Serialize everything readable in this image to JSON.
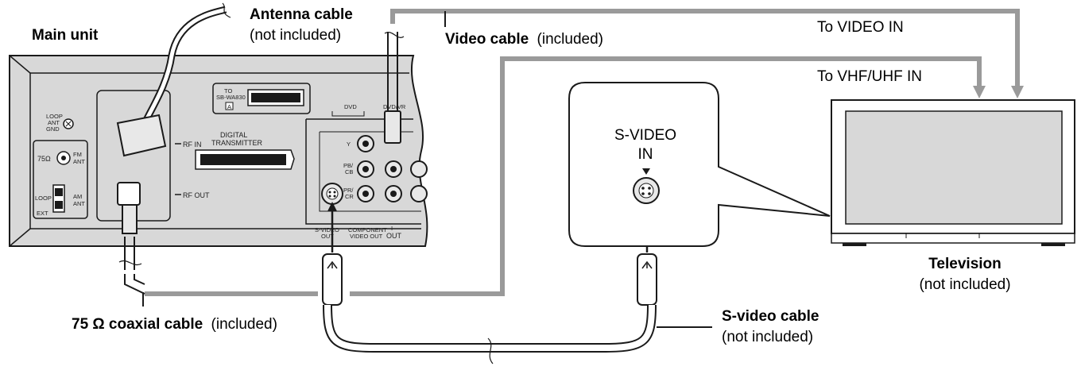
{
  "labels": {
    "main_unit": "Main unit",
    "antenna_cable": "Antenna cable",
    "antenna_note": "(not included)",
    "video_cable": "Video cable",
    "video_note": "(included)",
    "to_video_in": "To VIDEO IN",
    "to_vhf_uhf_in": "To VHF/UHF IN",
    "s_video_in_1": "S-VIDEO",
    "s_video_in_2": "IN",
    "television": "Television",
    "television_note": "(not included)",
    "coax_cable": "75 Ω coaxial cable",
    "coax_note": "(included)",
    "s_video_cable": "S-video cable",
    "s_video_note": "(not included)"
  },
  "panel": {
    "loop_ant_gnd_1": "LOOP",
    "loop_ant_gnd_2": "ANT",
    "loop_ant_gnd_3": "GND",
    "fm_ohm": "75Ω",
    "fm_1": "FM",
    "fm_2": "ANT",
    "am_1": "AM",
    "am_2": "ANT",
    "loop": "LOOP",
    "ext": "EXT",
    "rf_in": "RF IN",
    "rf_out": "RF OUT",
    "digital_1": "DIGITAL",
    "digital_2": "TRANSMITTER",
    "to_1": "TO",
    "to_2": "SB-WA830",
    "to_3": "A",
    "dvd": "DVD",
    "dvd_vr": "DVD/VR",
    "y": "Y",
    "pb": "PB/",
    "cb": "CB",
    "pr": "PR/",
    "cr": "CR",
    "svideo_out_1": "S-VIDEO",
    "svideo_out_2": "OUT",
    "component_1": "COMPONENT",
    "component_2": "VIDEO OUT",
    "out_1": "I",
    "out_2": "OUT"
  },
  "colors": {
    "cable_gray": "#9a9a9a",
    "unit_fill": "#d8d8d8",
    "outline": "#1a1a1a"
  }
}
